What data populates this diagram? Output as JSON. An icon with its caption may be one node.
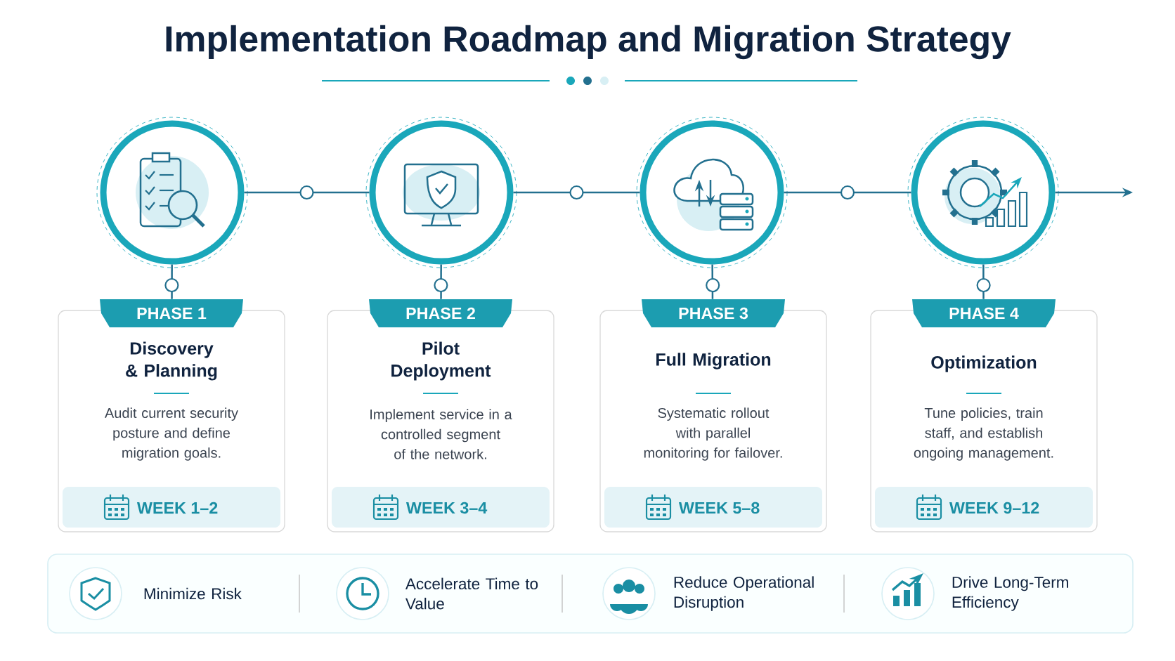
{
  "diagram": {
    "title": "Implementation Roadmap and Migration Strategy",
    "nodes": [
      {
        "text": [],
        "shape": "circle"
      },
      {
        "text": [],
        "shape": "circle"
      },
      {
        "text": [],
        "shape": "circle"
      },
      {
        "text": [],
        "shape": "circle"
      },
      {
        "text": [
          "PHASE 1",
          "Discovery & Planning",
          "Audit current security posture and define migration goals.",
          "WEEK 1–2"
        ]
      },
      {
        "text": [
          "PHASE 2",
          "Pilot Deployment",
          "Implement service in a controlled segment of the network.",
          "WEEK 3–4"
        ]
      },
      {
        "text": [
          "PHASE 3",
          "Full Migration",
          "Systematic rollout with parallel monitoring for failover.",
          "WEEK 5–8"
        ]
      },
      {
        "text": [
          "PHASE 4",
          "Optimization",
          "Tune policies, train staff, and establish ongoing management.",
          "WEEK 9–12"
        ]
      }
    ],
    "edges": [
      {
        "from": 0,
        "to": 1,
        "arrow": "none"
      },
      {
        "from": 1,
        "to": 2,
        "arrow": "none"
      },
      {
        "from": 2,
        "to": 3,
        "arrow": "none"
      },
      {
        "from": 3,
        "to": null,
        "arrow": "to"
      },
      {
        "from": 0,
        "to": 4,
        "arrow": "none"
      },
      {
        "from": 1,
        "to": 5,
        "arrow": "none"
      },
      {
        "from": 2,
        "to": 6,
        "arrow": "none"
      },
      {
        "from": 3,
        "to": 7,
        "arrow": "none"
      }
    ],
    "labels": [
      "Minimize Risk",
      "Accelerate Time to Value",
      "Reduce Operational Disruption",
      "Drive Long-Term Efficiency"
    ]
  }
}
